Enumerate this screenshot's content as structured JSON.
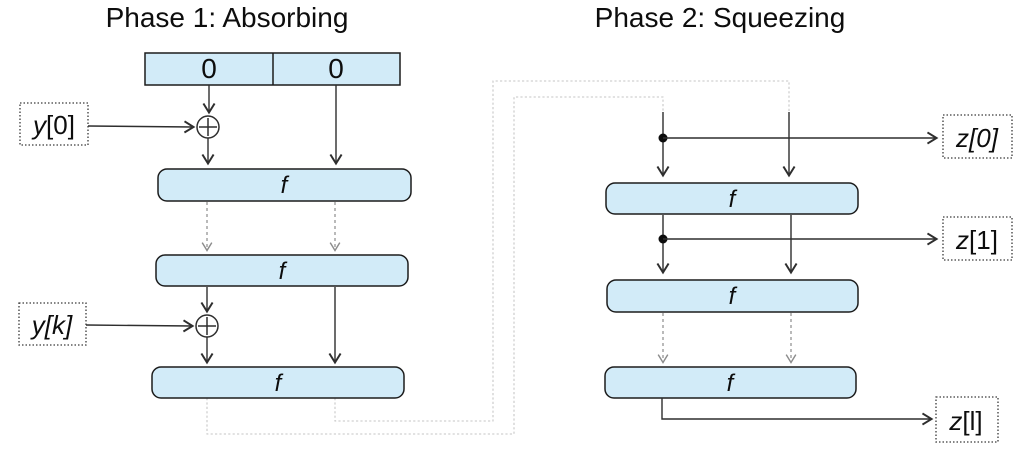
{
  "diagram": {
    "phase1": {
      "title": "Phase 1: Absorbing",
      "state_cells": [
        "0",
        "0"
      ],
      "inputs": [
        {
          "var": "y",
          "index": "[0]"
        },
        {
          "var": "y",
          "index": "[k]"
        }
      ],
      "f_boxes": [
        {
          "label": "f"
        },
        {
          "label": "f"
        },
        {
          "label": "f"
        }
      ]
    },
    "phase2": {
      "title": "Phase 2: Squeezing",
      "outputs": [
        {
          "var": "z",
          "index": "[0]"
        },
        {
          "var": "z",
          "index": "[1]"
        },
        {
          "var": "z",
          "index": "[l]"
        }
      ],
      "f_boxes": [
        {
          "label": "f"
        },
        {
          "label": "f"
        },
        {
          "label": "f"
        }
      ]
    },
    "colors": {
      "box_fill": "#d2ebf8",
      "box_stroke": "#1c1c1c",
      "solid_line": "#2e2e2e",
      "dashed_line": "#8c8c8c",
      "wrap_line": "#c6c6c6"
    }
  }
}
